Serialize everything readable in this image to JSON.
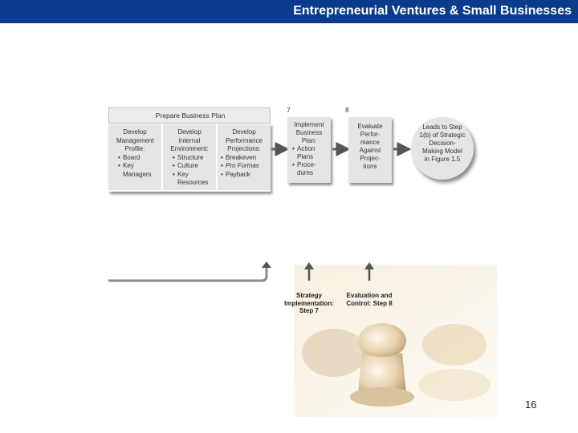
{
  "header": {
    "title": "Entrepreneurial Ventures & Small Businesses"
  },
  "diagram": {
    "panel_title": "Prepare Business Plan",
    "columns": [
      {
        "head": "Develop Management Profile:",
        "items": [
          "Board",
          "Key Managers"
        ]
      },
      {
        "head": "Develop Internal Environment:",
        "items": [
          "Structure",
          "Culture",
          "Key Resources"
        ]
      },
      {
        "head": "Develop Performance Projections:",
        "items": [
          "Breakeven",
          "Pro Formas",
          "Payback"
        ]
      }
    ],
    "steps": [
      {
        "number": "7",
        "head": "Implement Business Plan:",
        "items": [
          "Action Plans",
          "Proce-dures"
        ]
      },
      {
        "number": "8",
        "text": "Evaluate Perfor-mance Against Projec-tions"
      }
    ],
    "loop": {
      "text": "Leads to Step 1(b) of Strategic Decision-Making Model in Figure 1.5"
    },
    "stages": [
      {
        "text": "Strategy Implementation: Step 7"
      },
      {
        "text": "Evaluation and Control: Step 8"
      }
    ]
  },
  "colors": {
    "header_bg": "#0a3b8c",
    "box_fill": "#e5e5e5",
    "arrow": "#8a8a8a"
  },
  "footer": {
    "page_number": "16"
  }
}
